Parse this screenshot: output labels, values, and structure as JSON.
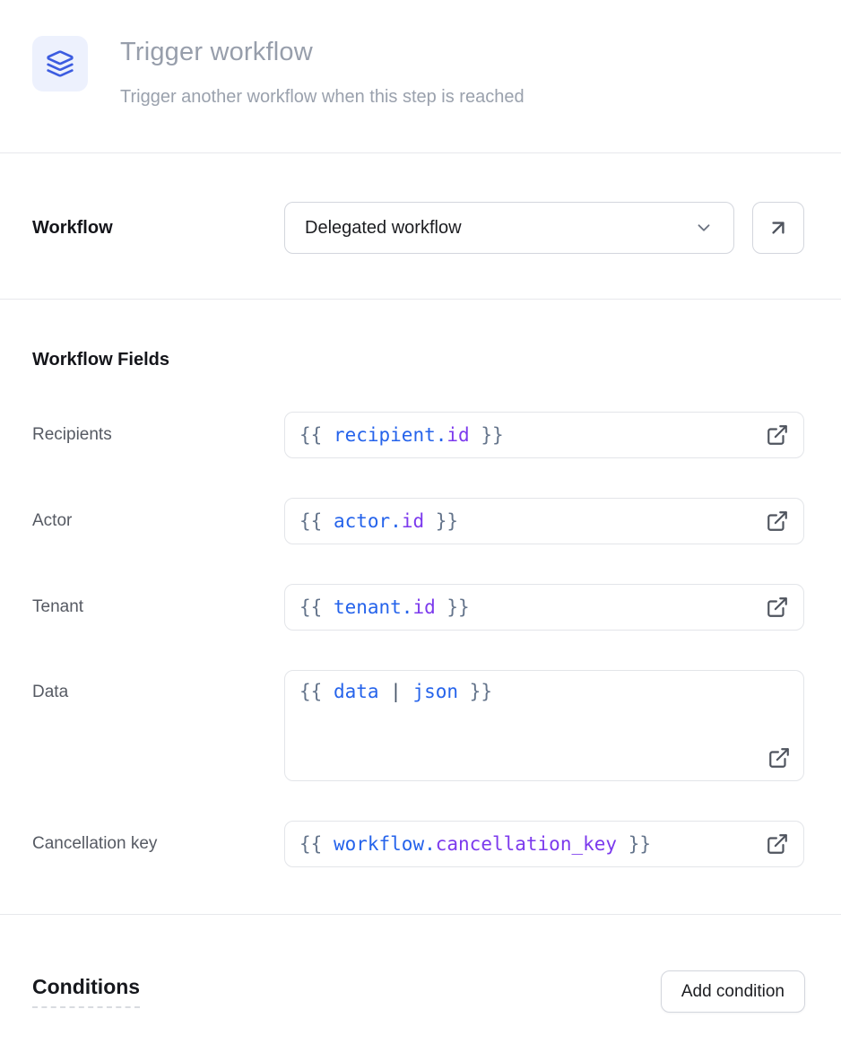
{
  "colors": {
    "brace": "#64748b",
    "var": "#2563eb",
    "prop": "#7c3aed",
    "pipe": "#475569",
    "accent_icon": "#3c5ce0",
    "accent_icon_bg": "#edf1fd"
  },
  "header": {
    "icon": "layers-icon",
    "title": "Trigger workflow",
    "subtitle": "Trigger another workflow when this step is reached"
  },
  "workflow": {
    "label": "Workflow",
    "selected_option": "Delegated workflow",
    "dropdown_icon": "chevron-down-icon",
    "open_workflow_icon": "arrow-up-right-icon"
  },
  "workflow_fields": {
    "heading": "Workflow Fields",
    "fields": [
      {
        "label": "Recipients",
        "multiline": false,
        "value": "{{ recipient.id }}",
        "tokens": [
          {
            "text": "{{ ",
            "color": "brace"
          },
          {
            "text": "recipient",
            "color": "var"
          },
          {
            "text": ".",
            "color": "var"
          },
          {
            "text": "id",
            "color": "prop"
          },
          {
            "text": " }}",
            "color": "brace"
          }
        ]
      },
      {
        "label": "Actor",
        "multiline": false,
        "value": "{{ actor.id }}",
        "tokens": [
          {
            "text": "{{ ",
            "color": "brace"
          },
          {
            "text": "actor",
            "color": "var"
          },
          {
            "text": ".",
            "color": "var"
          },
          {
            "text": "id",
            "color": "prop"
          },
          {
            "text": " }}",
            "color": "brace"
          }
        ]
      },
      {
        "label": "Tenant",
        "multiline": false,
        "value": "{{ tenant.id }}",
        "tokens": [
          {
            "text": "{{ ",
            "color": "brace"
          },
          {
            "text": "tenant",
            "color": "var"
          },
          {
            "text": ".",
            "color": "var"
          },
          {
            "text": "id",
            "color": "prop"
          },
          {
            "text": " }}",
            "color": "brace"
          }
        ]
      },
      {
        "label": "Data",
        "multiline": true,
        "value": "{{ data | json }}",
        "tokens": [
          {
            "text": "{{ ",
            "color": "brace"
          },
          {
            "text": "data",
            "color": "var"
          },
          {
            "text": " | ",
            "color": "pipe"
          },
          {
            "text": "json",
            "color": "var"
          },
          {
            "text": " }}",
            "color": "brace"
          }
        ]
      },
      {
        "label": "Cancellation key",
        "multiline": false,
        "value": "{{ workflow.cancellation_key }}",
        "tokens": [
          {
            "text": "{{ ",
            "color": "brace"
          },
          {
            "text": "workflow",
            "color": "var"
          },
          {
            "text": ".",
            "color": "var"
          },
          {
            "text": "cancellation_key",
            "color": "prop"
          },
          {
            "text": " }}",
            "color": "brace"
          }
        ]
      }
    ],
    "expand_icon": "external-link-icon"
  },
  "conditions": {
    "heading": "Conditions",
    "add_button_label": "Add condition"
  }
}
